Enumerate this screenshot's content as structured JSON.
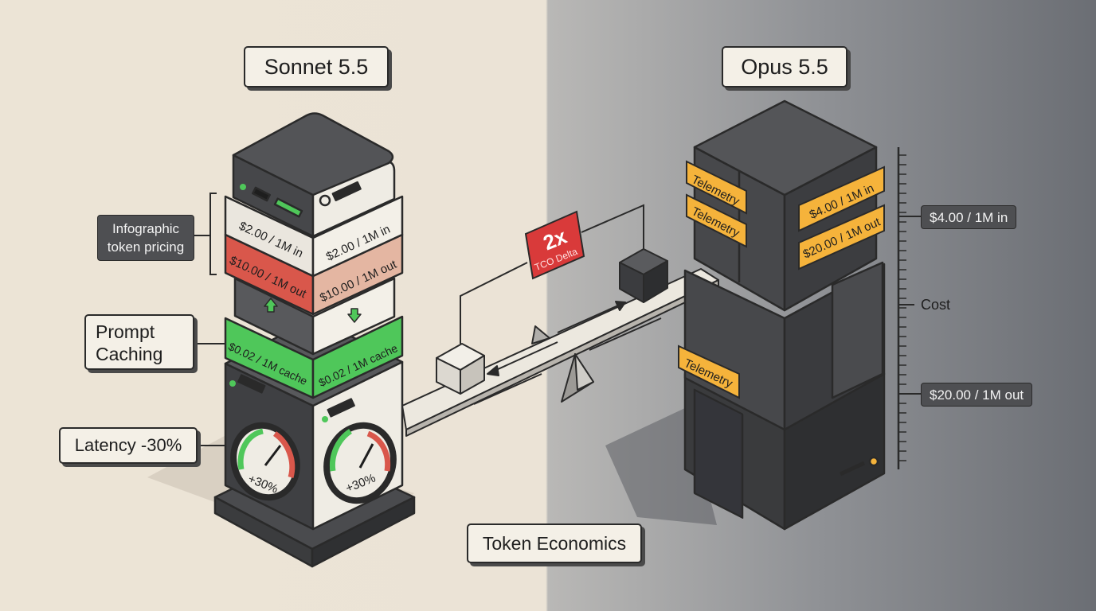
{
  "titles": {
    "left": "Sonnet 5.5",
    "right": "Opus 5.5"
  },
  "callouts": {
    "infographic": [
      "Infographic",
      "token pricing"
    ],
    "prompt_caching": [
      "Prompt",
      "Caching"
    ],
    "latency": "Latency -30%",
    "token_economics": "Token Economics"
  },
  "sonnet_price_bands": {
    "input_left": "$2.00 / 1M in",
    "input_right": "$2.00 / 1M in",
    "output_left": "$10.00 / 1M out",
    "output_right": "$10.00 / 1M out",
    "cache_left": "$0.02 / 1M cache",
    "cache_right": "$0.02 / 1M cache"
  },
  "gauges": {
    "left": "+30%",
    "right": "+30%"
  },
  "tco": {
    "multiplier": "2x",
    "label": "TCO Delta"
  },
  "opus_tags": {
    "telemetry_1": "Telemetry",
    "telemetry_2": "Telemetry",
    "telemetry_3": "Telemetry",
    "price_in": "$4.00 / 1M in",
    "price_out": "$20.00 / 1M out"
  },
  "cost_scale": {
    "label": "Cost",
    "marker_in": "$4.00 / 1M in",
    "marker_out": "$20.00 / 1M out"
  },
  "colors": {
    "green_band": "#4fc75a",
    "red_band": "#d9574b",
    "tan_band": "#e4b6a2",
    "telemetry_tag": "#f5b33b",
    "tco_badge": "#d93a3a"
  }
}
